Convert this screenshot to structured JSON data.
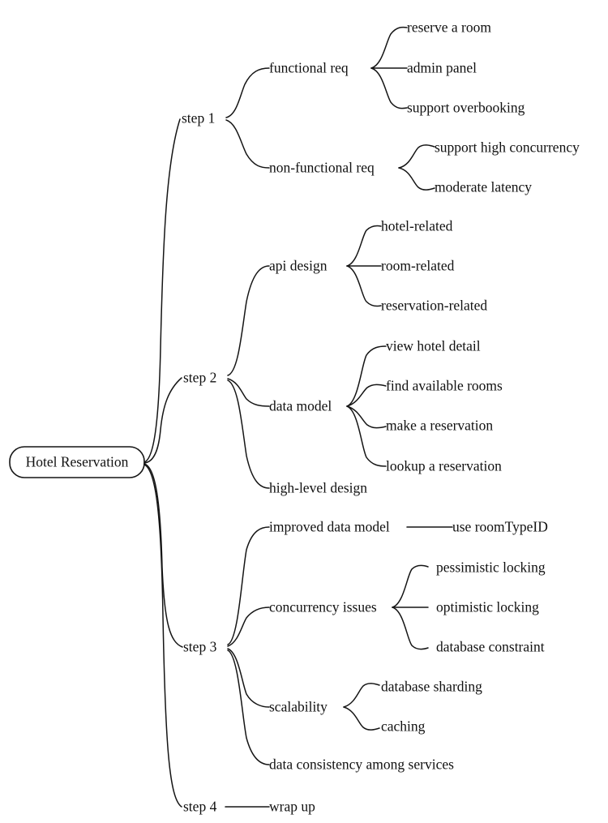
{
  "diagram": {
    "type": "mind-map",
    "title": "Hotel Reservation",
    "orientation": "left-to-right",
    "background_color": "#ffffff",
    "line_color": "#151515",
    "text_color": "#111111",
    "root": {
      "label": "Hotel Reservation",
      "shape": "rounded-rectangle"
    },
    "branches": [
      {
        "label": "step 1",
        "children": [
          {
            "label": "functional req",
            "children": [
              {
                "label": "reserve a room"
              },
              {
                "label": "admin panel"
              },
              {
                "label": "support overbooking"
              }
            ]
          },
          {
            "label": "non-functional req",
            "children": [
              {
                "label": "support high concurrency"
              },
              {
                "label": "moderate latency"
              }
            ]
          }
        ]
      },
      {
        "label": "step 2",
        "children": [
          {
            "label": "api design",
            "children": [
              {
                "label": "hotel-related"
              },
              {
                "label": "room-related"
              },
              {
                "label": "reservation-related"
              }
            ]
          },
          {
            "label": "data model",
            "children": [
              {
                "label": "view hotel detail"
              },
              {
                "label": "find available rooms"
              },
              {
                "label": "make a reservation"
              },
              {
                "label": "lookup a reservation"
              }
            ]
          },
          {
            "label": "high-level design",
            "children": []
          }
        ]
      },
      {
        "label": "step 3",
        "children": [
          {
            "label": "improved data model",
            "children": [
              {
                "label": "use roomTypeID"
              }
            ]
          },
          {
            "label": "concurrency issues",
            "children": [
              {
                "label": "pessimistic locking"
              },
              {
                "label": "optimistic locking"
              },
              {
                "label": "database constraint"
              }
            ]
          },
          {
            "label": "scalability",
            "children": [
              {
                "label": "database sharding"
              },
              {
                "label": "caching"
              }
            ]
          },
          {
            "label": "data consistency among services",
            "children": []
          }
        ]
      },
      {
        "label": "step 4",
        "children": [
          {
            "label": "wrap up"
          }
        ]
      }
    ]
  },
  "labels": {
    "root": "Hotel Reservation",
    "step1": "step 1",
    "step2": "step 2",
    "step3": "step 3",
    "step4": "step 4",
    "functional_req": "functional req",
    "reserve_a_room": "reserve a room",
    "admin_panel": "admin panel",
    "support_overbooking": "support overbooking",
    "non_functional_req": "non-functional req",
    "support_high_concurrency": "support high concurrency",
    "moderate_latency": "moderate latency",
    "api_design": "api design",
    "hotel_related": "hotel-related",
    "room_related": "room-related",
    "reservation_related": "reservation-related",
    "data_model": "data model",
    "view_hotel_detail": "view hotel detail",
    "find_available_rooms": "find available rooms",
    "make_a_reservation": "make a reservation",
    "lookup_a_reservation": "lookup a reservation",
    "high_level_design": "high-level design",
    "improved_data_model": "improved data model",
    "use_roomtypeid": "use roomTypeID",
    "concurrency_issues": "concurrency issues",
    "pessimistic_locking": "pessimistic locking",
    "optimistic_locking": "optimistic locking",
    "database_constraint": "database constraint",
    "scalability": "scalability",
    "database_sharding": "database sharding",
    "caching": "caching",
    "data_consistency_among_services": "data consistency among services",
    "wrap_up": "wrap up"
  }
}
